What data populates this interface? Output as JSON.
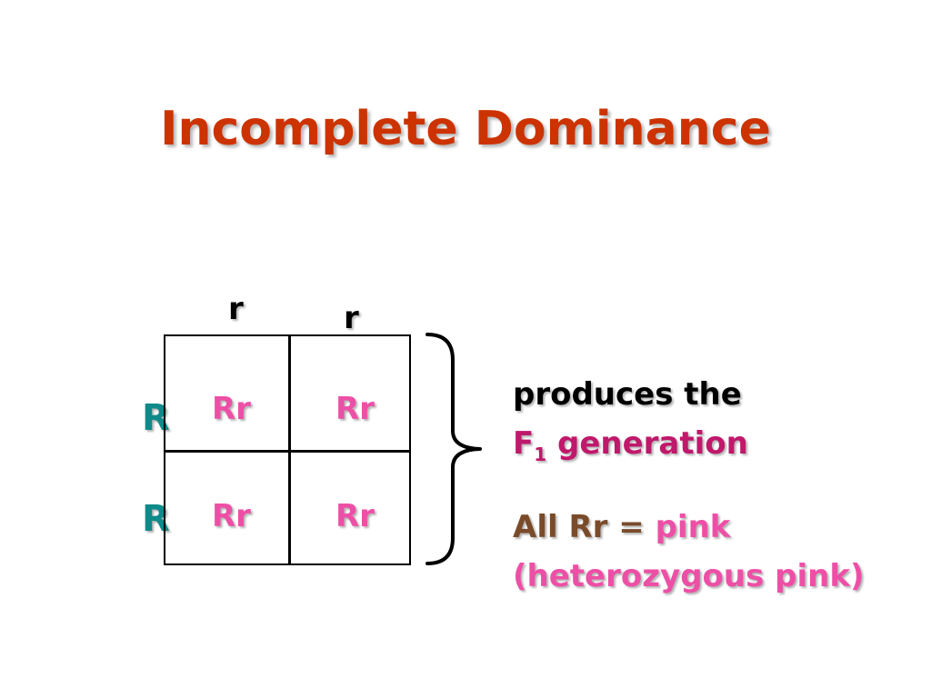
{
  "title": "Incomplete Dominance",
  "punnett": {
    "column_alleles": [
      "r",
      "r"
    ],
    "row_alleles": [
      "R",
      "R"
    ],
    "cells": [
      "Rr",
      "Rr",
      "Rr",
      "Rr"
    ]
  },
  "explanation": {
    "line1": "produces the",
    "f_letter": "F",
    "f_subscript": "1",
    "generation_word": " generation",
    "all_rr": "All Rr = ",
    "pink_word": "pink",
    "heterozygous": "(heterozygous pink)"
  },
  "colors": {
    "title": "#cc3300",
    "row_allele": "#0f8a8a",
    "cell_text": "#ee4fa6",
    "f1_text": "#c0186b",
    "all_rr_text": "#7a4b2a"
  }
}
